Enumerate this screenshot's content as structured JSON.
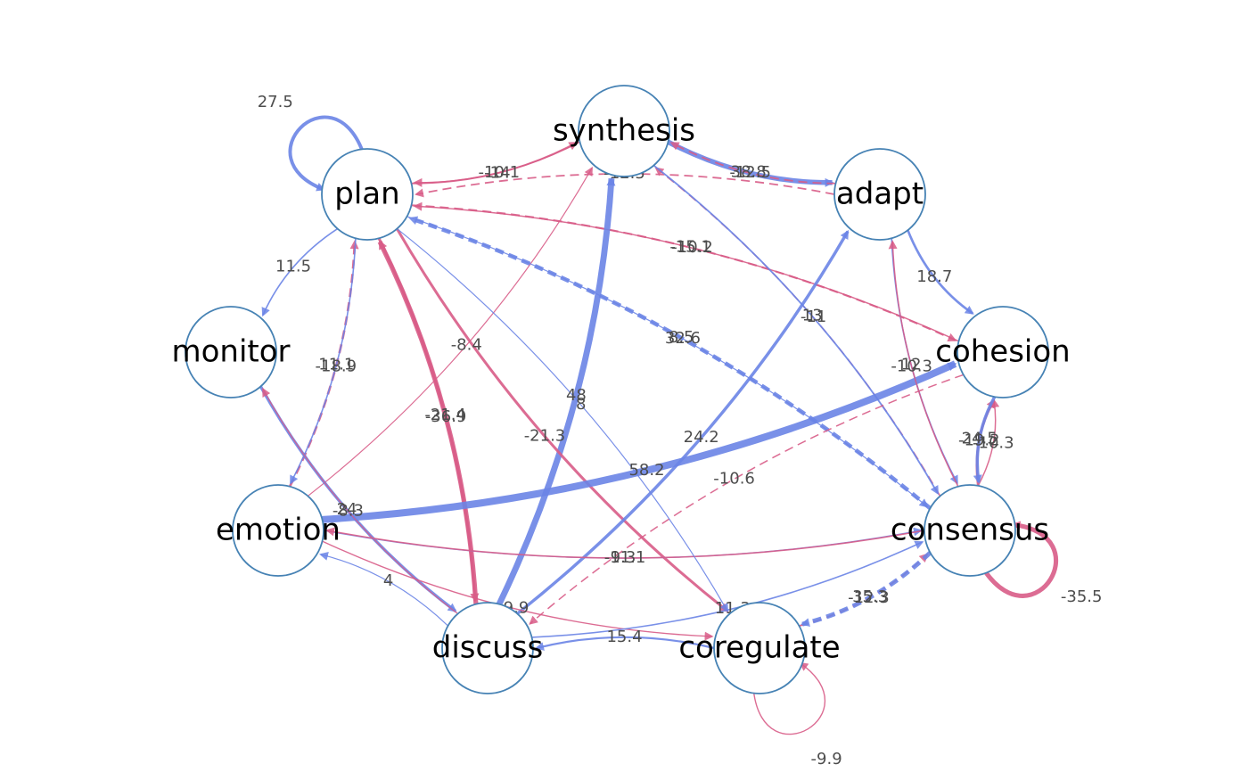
{
  "colors": {
    "positive": "#6a84e6",
    "negative": "#d85c87",
    "node_stroke": "#4682b4",
    "node_fill": "#ffffff",
    "label": "#4d4d4d"
  },
  "nodes": [
    {
      "id": "synthesis",
      "label": "synthesis"
    },
    {
      "id": "adapt",
      "label": "adapt"
    },
    {
      "id": "cohesion",
      "label": "cohesion"
    },
    {
      "id": "consensus",
      "label": "consensus"
    },
    {
      "id": "coregulate",
      "label": "coregulate"
    },
    {
      "id": "discuss",
      "label": "discuss"
    },
    {
      "id": "emotion",
      "label": "emotion"
    },
    {
      "id": "monitor",
      "label": "monitor"
    },
    {
      "id": "plan",
      "label": "plan"
    }
  ],
  "edges": [
    {
      "from": "plan",
      "to": "plan",
      "weight": 27.5,
      "label": "27.5"
    },
    {
      "from": "consensus",
      "to": "consensus",
      "weight": -35.5,
      "label": "-35.5"
    },
    {
      "from": "coregulate",
      "to": "coregulate",
      "weight": -9.9,
      "label": "-9.9"
    },
    {
      "from": "synthesis",
      "to": "adapt",
      "weight": 38.8,
      "label": "38.8"
    },
    {
      "from": "plan",
      "to": "synthesis",
      "weight": -14,
      "label": "-14"
    },
    {
      "from": "synthesis",
      "to": "plan",
      "weight": -10.1,
      "label": "-10.1"
    },
    {
      "from": "adapt",
      "to": "synthesis",
      "weight": -12.5,
      "label": "-12.5",
      "dashed": true
    },
    {
      "from": "adapt",
      "to": "plan",
      "weight": -12.5,
      "label": "-12.5",
      "dashed": true
    },
    {
      "from": "cohesion",
      "to": "plan",
      "weight": -10.2,
      "label": "-10.2"
    },
    {
      "from": "plan",
      "to": "monitor",
      "weight": 11.5,
      "label": "11.5"
    },
    {
      "from": "adapt",
      "to": "cohesion",
      "weight": 18.7,
      "label": "18.7"
    },
    {
      "from": "plan",
      "to": "cohesion",
      "weight": -15.1,
      "label": "-15.1",
      "dashed": true
    },
    {
      "from": "consensus",
      "to": "plan",
      "weight": 32.6,
      "label": "32.6",
      "dashed": true
    },
    {
      "from": "consensus",
      "to": "synthesis",
      "weight": -11,
      "label": "-11",
      "dashed": true
    },
    {
      "from": "synthesis",
      "to": "consensus",
      "weight": 13,
      "label": "13"
    },
    {
      "from": "emotion",
      "to": "plan",
      "weight": -18.9,
      "label": "-18.9",
      "dashed": true
    },
    {
      "from": "plan",
      "to": "emotion",
      "weight": 11.1,
      "label": "11.1"
    },
    {
      "from": "emotion",
      "to": "synthesis",
      "weight": -8.4,
      "label": "-8.4"
    },
    {
      "from": "discuss",
      "to": "plan",
      "weight": -36.9,
      "label": "-36.9"
    },
    {
      "from": "plan",
      "to": "discuss",
      "weight": -21.4,
      "label": "-21.4"
    },
    {
      "from": "discuss",
      "to": "synthesis",
      "weight": 48,
      "label": "48"
    },
    {
      "from": "plan",
      "to": "coregulate",
      "weight": -21.3,
      "label": "-21.3"
    },
    {
      "from": "plan",
      "to": "consensus",
      "weight": 8.5,
      "label": "8.5"
    },
    {
      "from": "discuss",
      "to": "adapt",
      "weight": 24.2,
      "label": "24.2"
    },
    {
      "from": "emotion",
      "to": "cohesion",
      "weight": 58.2,
      "label": "58.2"
    },
    {
      "from": "consensus",
      "to": "cohesion",
      "weight": -10.3,
      "label": "-10.3"
    },
    {
      "from": "adapt",
      "to": "consensus",
      "weight": 12,
      "label": "12"
    },
    {
      "from": "consensus",
      "to": "adapt",
      "weight": -10.3,
      "label": "-10.3"
    },
    {
      "from": "consensus",
      "to": "cohesion",
      "weight": -19.2,
      "label": "-19.2"
    },
    {
      "from": "cohesion",
      "to": "consensus",
      "weight": 24.5,
      "label": "24.5"
    },
    {
      "from": "monitor",
      "to": "discuss",
      "weight": 24,
      "label": "24"
    },
    {
      "from": "discuss",
      "to": "monitor",
      "weight": -8.3,
      "label": "-8.3"
    },
    {
      "from": "emotion",
      "to": "consensus",
      "weight": 9.3,
      "label": "9.3"
    },
    {
      "from": "consensus",
      "to": "emotion",
      "weight": -11.1,
      "label": "-11.1"
    },
    {
      "from": "emotion",
      "to": "coregulate",
      "weight": -9.9,
      "label": "-9.9"
    },
    {
      "from": "discuss",
      "to": "consensus",
      "weight": 11.3,
      "label": "11.3"
    },
    {
      "from": "cohesion",
      "to": "discuss",
      "weight": -10.6,
      "label": "-10.6",
      "dashed": true
    },
    {
      "from": "coregulate",
      "to": "consensus",
      "weight": -12.3,
      "label": "-12.3",
      "dashed": true
    },
    {
      "from": "consensus",
      "to": "coregulate",
      "weight": 35.3,
      "label": "35.3",
      "dashed": true
    },
    {
      "from": "coregulate",
      "to": "discuss",
      "weight": 15.4,
      "label": "15.4"
    },
    {
      "from": "discuss",
      "to": "emotion",
      "weight": 4,
      "label": "4"
    },
    {
      "from": "plan",
      "to": "coregulate",
      "weight": 8,
      "label": "8"
    }
  ]
}
